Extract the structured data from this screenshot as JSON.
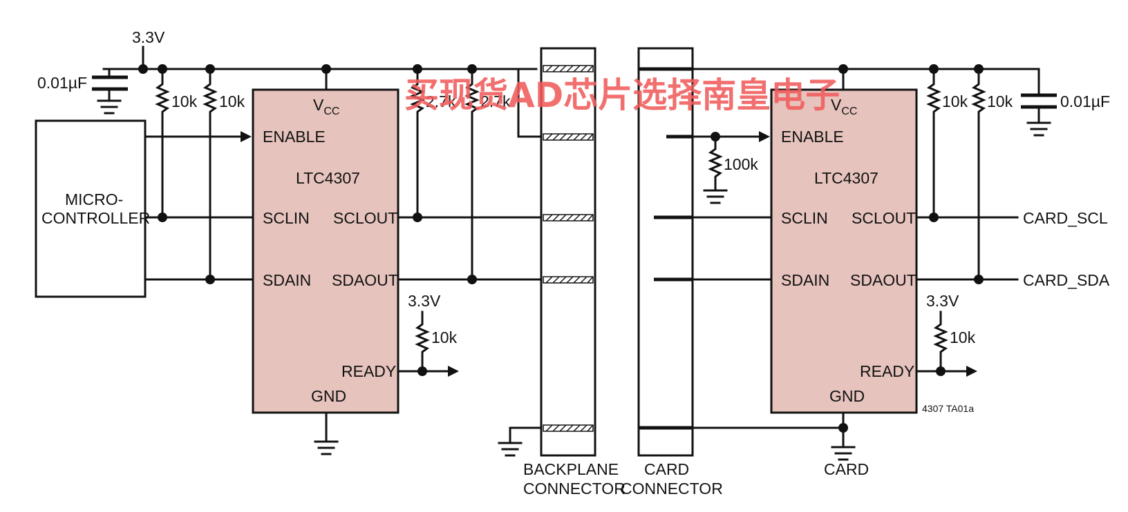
{
  "supply_label": "3.3V",
  "cap_label": "0.01µF",
  "res_10k": "10k",
  "res_2k7": "2.7k",
  "res_100k": "100k",
  "microcontroller": {
    "line1": "MICRO-",
    "line2": "CONTROLLER"
  },
  "chip": {
    "name": "LTC4307",
    "vcc": "V",
    "vcc_sub": "CC",
    "enable": "ENABLE",
    "sclin": "SCLIN",
    "sclout": "SCLOUT",
    "sdain": "SDAIN",
    "sdaout": "SDAOUT",
    "ready": "READY",
    "gnd": "GND"
  },
  "backplane_connector": {
    "line1": "BACKPLANE",
    "line2": "CONNECTOR"
  },
  "card_connector": {
    "line1": "CARD",
    "line2": "CONNECTOR"
  },
  "card_label": "CARD",
  "card_scl": "CARD_SCL",
  "card_sda": "CARD_SDA",
  "figure_id": "4307 TA01a",
  "watermark": "买现货AD芯片选择南皇电子"
}
